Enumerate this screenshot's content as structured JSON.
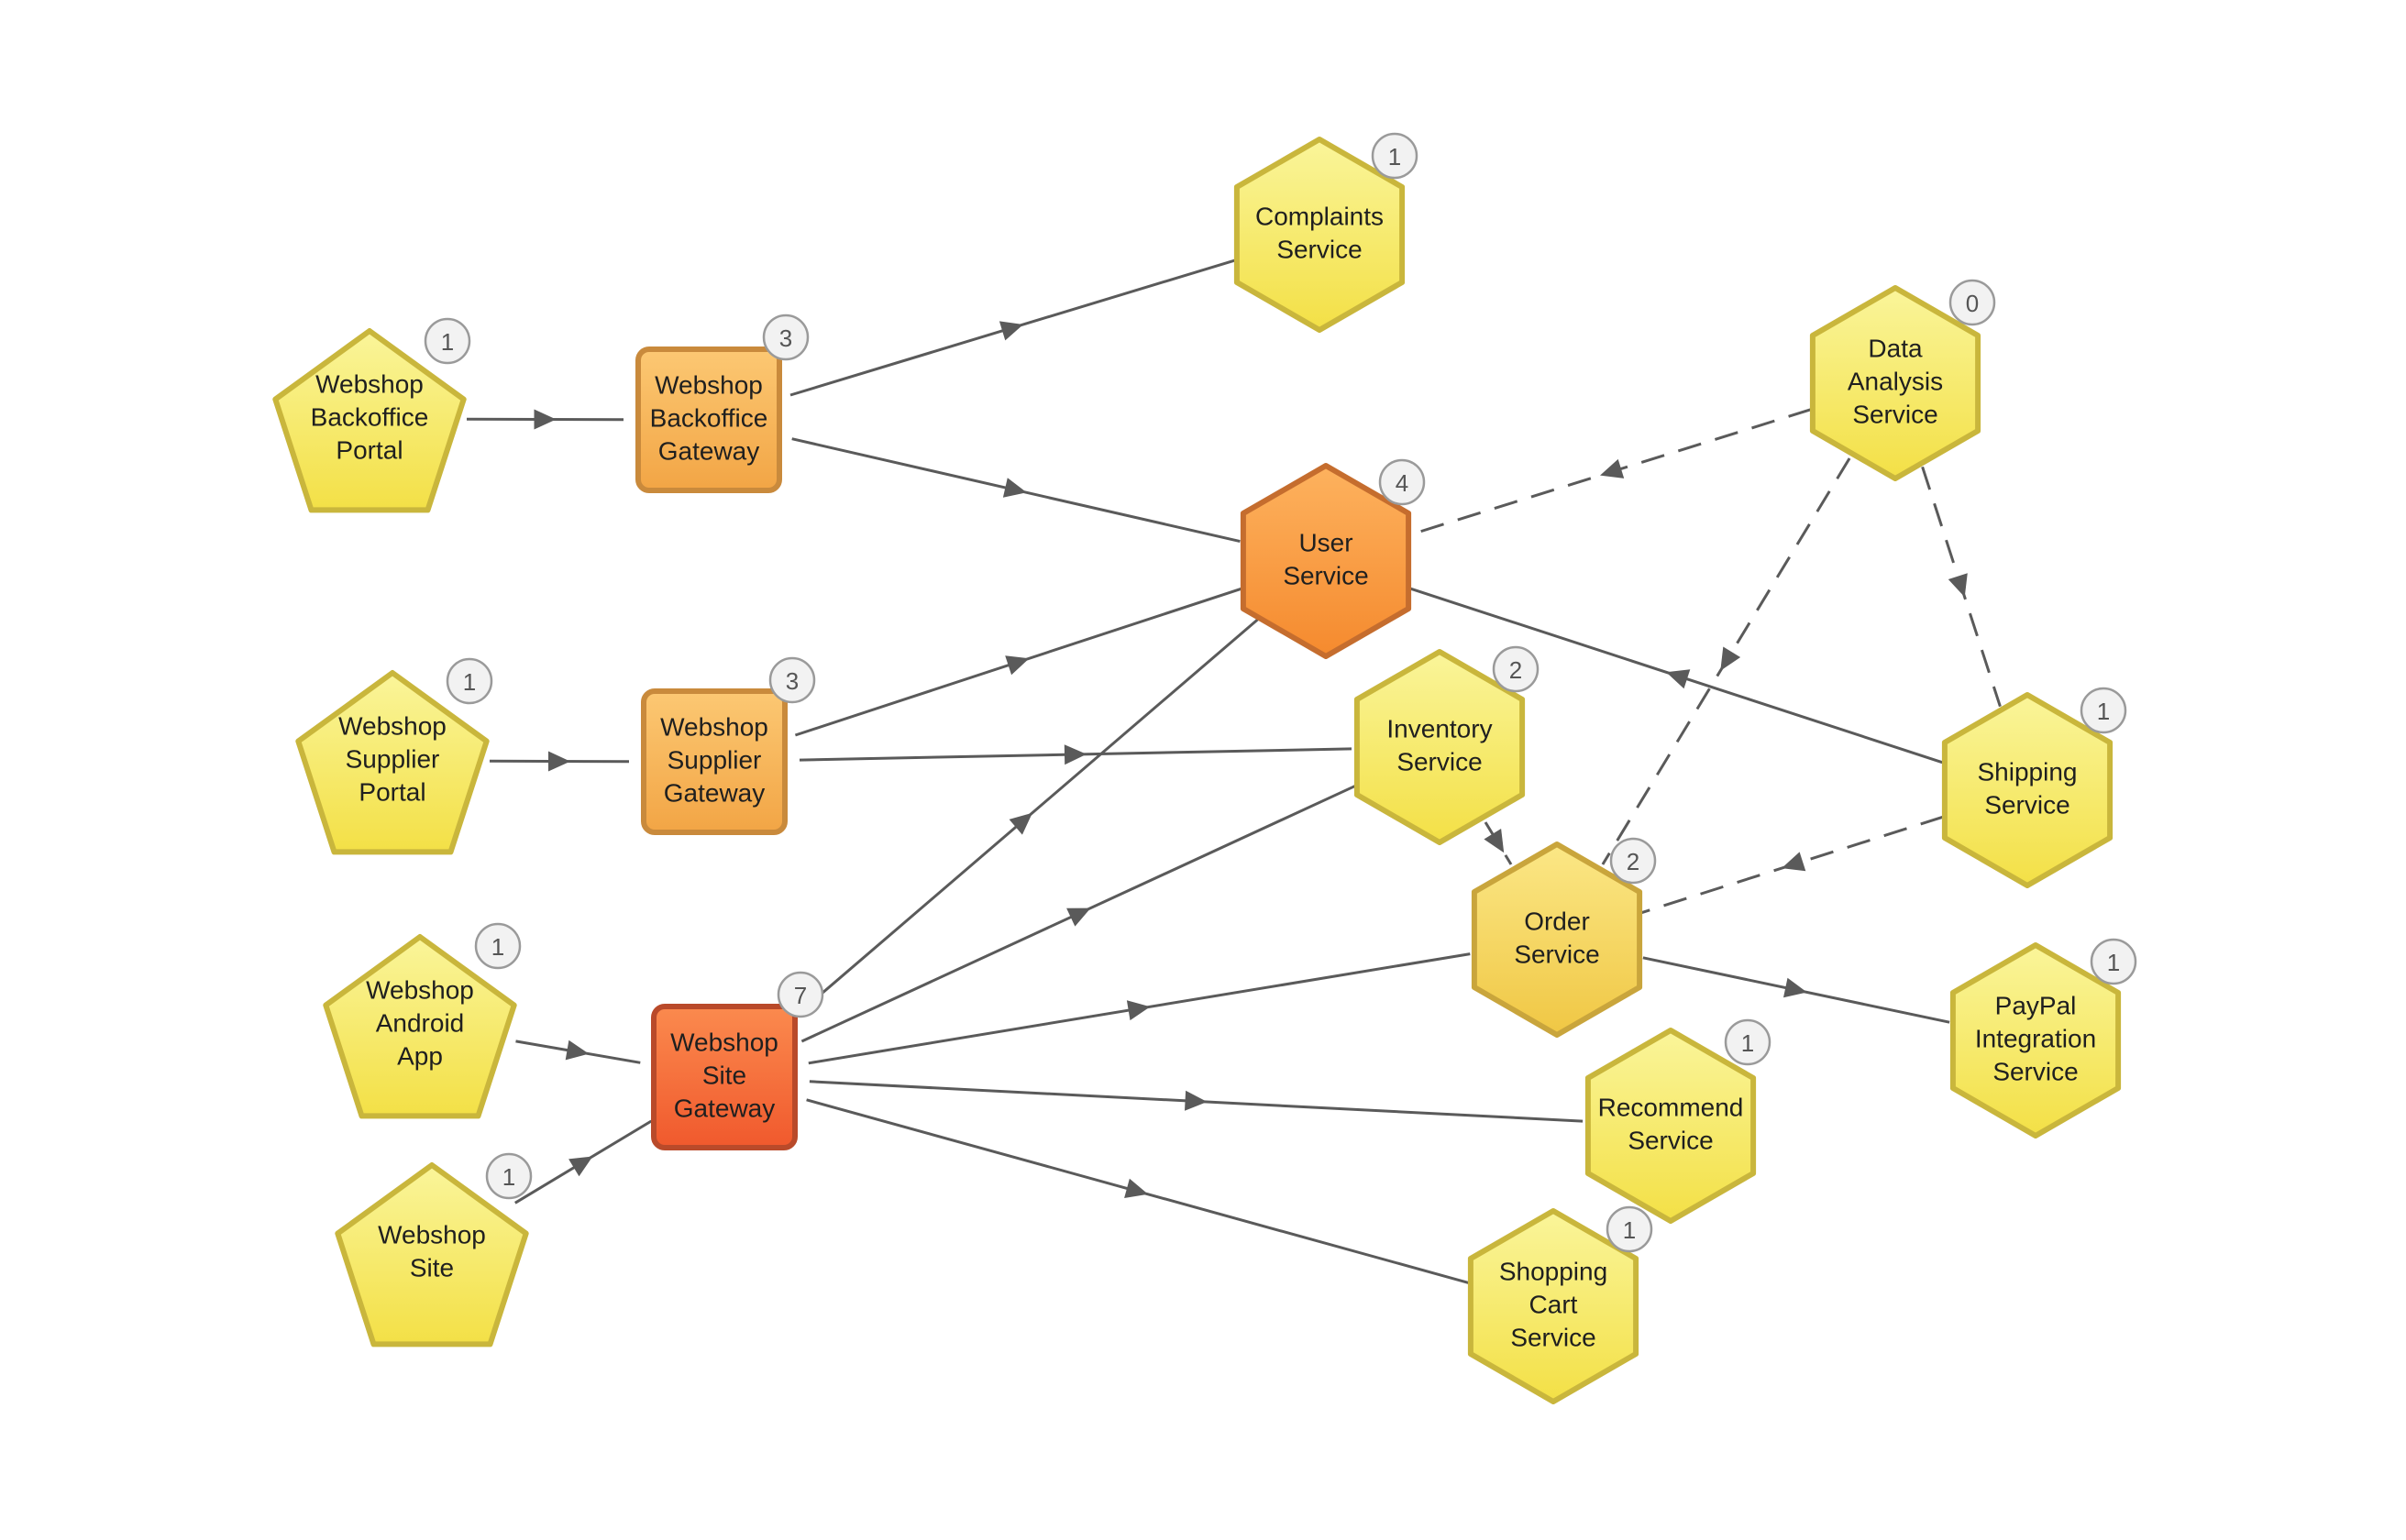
{
  "colors": {
    "edge": "#5a5a5a",
    "badge_fill": "#f2f2f2",
    "badge_stroke": "#9a9a9a",
    "yellow_top": "#faf59a",
    "yellow_bottom": "#f3e046",
    "yellow_stroke": "#c9b63c",
    "light_orange_top": "#fcc873",
    "light_orange_bottom": "#f2a545",
    "light_orange_stroke": "#c98a3c",
    "orange_top": "#fdb25e",
    "orange_bottom": "#f58a2e",
    "orange_stroke": "#c56d2e",
    "red_orange_top": "#fb8a4e",
    "red_orange_bottom": "#f0592d",
    "red_orange_stroke": "#b94a2a",
    "gold_top": "#fbe786",
    "gold_bottom": "#f0c744",
    "gold_stroke": "#c9a53c"
  },
  "nodes": [
    {
      "id": "backoffice_portal",
      "shape": "pentagon",
      "style": "yellow",
      "lines": [
        "Webshop",
        "Backoffice",
        "Portal"
      ],
      "count": "1"
    },
    {
      "id": "supplier_portal",
      "shape": "pentagon",
      "style": "yellow",
      "lines": [
        "Webshop",
        "Supplier",
        "Portal"
      ],
      "count": "1"
    },
    {
      "id": "android_app",
      "shape": "pentagon",
      "style": "yellow",
      "lines": [
        "Webshop",
        "Android",
        "App"
      ],
      "count": "1"
    },
    {
      "id": "webshop_site",
      "shape": "pentagon",
      "style": "yellow",
      "lines": [
        "Webshop",
        "Site"
      ],
      "count": "1"
    },
    {
      "id": "backoffice_gateway",
      "shape": "square",
      "style": "light_orange",
      "lines": [
        "Webshop",
        "Backoffice",
        "Gateway"
      ],
      "count": "3"
    },
    {
      "id": "supplier_gateway",
      "shape": "square",
      "style": "light_orange",
      "lines": [
        "Webshop",
        "Supplier",
        "Gateway"
      ],
      "count": "3"
    },
    {
      "id": "site_gateway",
      "shape": "square",
      "style": "red_orange",
      "lines": [
        "Webshop",
        "Site",
        "Gateway"
      ],
      "count": "7"
    },
    {
      "id": "complaints",
      "shape": "hexagon",
      "style": "yellow",
      "lines": [
        "Complaints",
        "Service"
      ],
      "count": "1"
    },
    {
      "id": "user",
      "shape": "hexagon",
      "style": "orange",
      "lines": [
        "User",
        "Service"
      ],
      "count": "4"
    },
    {
      "id": "inventory",
      "shape": "hexagon",
      "style": "yellow",
      "lines": [
        "Inventory",
        "Service"
      ],
      "count": "2"
    },
    {
      "id": "order",
      "shape": "hexagon",
      "style": "gold",
      "lines": [
        "Order",
        "Service"
      ],
      "count": "2"
    },
    {
      "id": "data_analysis",
      "shape": "hexagon",
      "style": "yellow",
      "lines": [
        "Data",
        "Analysis",
        "Service"
      ],
      "count": "0"
    },
    {
      "id": "shipping",
      "shape": "hexagon",
      "style": "yellow",
      "lines": [
        "Shipping",
        "Service"
      ],
      "count": "1"
    },
    {
      "id": "paypal",
      "shape": "hexagon",
      "style": "yellow",
      "lines": [
        "PayPal",
        "Integration",
        "Service"
      ],
      "count": "1"
    },
    {
      "id": "recommend",
      "shape": "hexagon",
      "style": "yellow",
      "lines": [
        "Recommend",
        "Service"
      ],
      "count": "1"
    },
    {
      "id": "shopping_cart",
      "shape": "hexagon",
      "style": "yellow",
      "lines": [
        "Shopping",
        "Cart",
        "Service"
      ],
      "count": "1"
    }
  ],
  "edges": [
    {
      "from": "backoffice_portal",
      "to": "backoffice_gateway",
      "style": "solid"
    },
    {
      "from": "supplier_portal",
      "to": "supplier_gateway",
      "style": "solid"
    },
    {
      "from": "android_app",
      "to": "site_gateway",
      "style": "solid"
    },
    {
      "from": "webshop_site",
      "to": "site_gateway",
      "style": "solid"
    },
    {
      "from": "backoffice_gateway",
      "to": "complaints",
      "style": "solid"
    },
    {
      "from": "backoffice_gateway",
      "to": "user",
      "style": "solid"
    },
    {
      "from": "supplier_gateway",
      "to": "user",
      "style": "solid"
    },
    {
      "from": "supplier_gateway",
      "to": "inventory",
      "style": "solid"
    },
    {
      "from": "site_gateway",
      "to": "user",
      "style": "solid"
    },
    {
      "from": "site_gateway",
      "to": "inventory",
      "style": "solid"
    },
    {
      "from": "site_gateway",
      "to": "order",
      "style": "solid"
    },
    {
      "from": "site_gateway",
      "to": "recommend",
      "style": "solid"
    },
    {
      "from": "site_gateway",
      "to": "shopping_cart",
      "style": "solid"
    },
    {
      "from": "inventory",
      "to": "order",
      "style": "dashed"
    },
    {
      "from": "order",
      "to": "paypal",
      "style": "solid"
    },
    {
      "from": "shipping",
      "to": "user",
      "style": "solid"
    },
    {
      "from": "data_analysis",
      "to": "user",
      "style": "dashed"
    },
    {
      "from": "data_analysis",
      "to": "order",
      "style": "dashed"
    },
    {
      "from": "data_analysis",
      "to": "shipping",
      "style": "dashed"
    },
    {
      "from": "shipping",
      "to": "order",
      "style": "dashed"
    }
  ]
}
